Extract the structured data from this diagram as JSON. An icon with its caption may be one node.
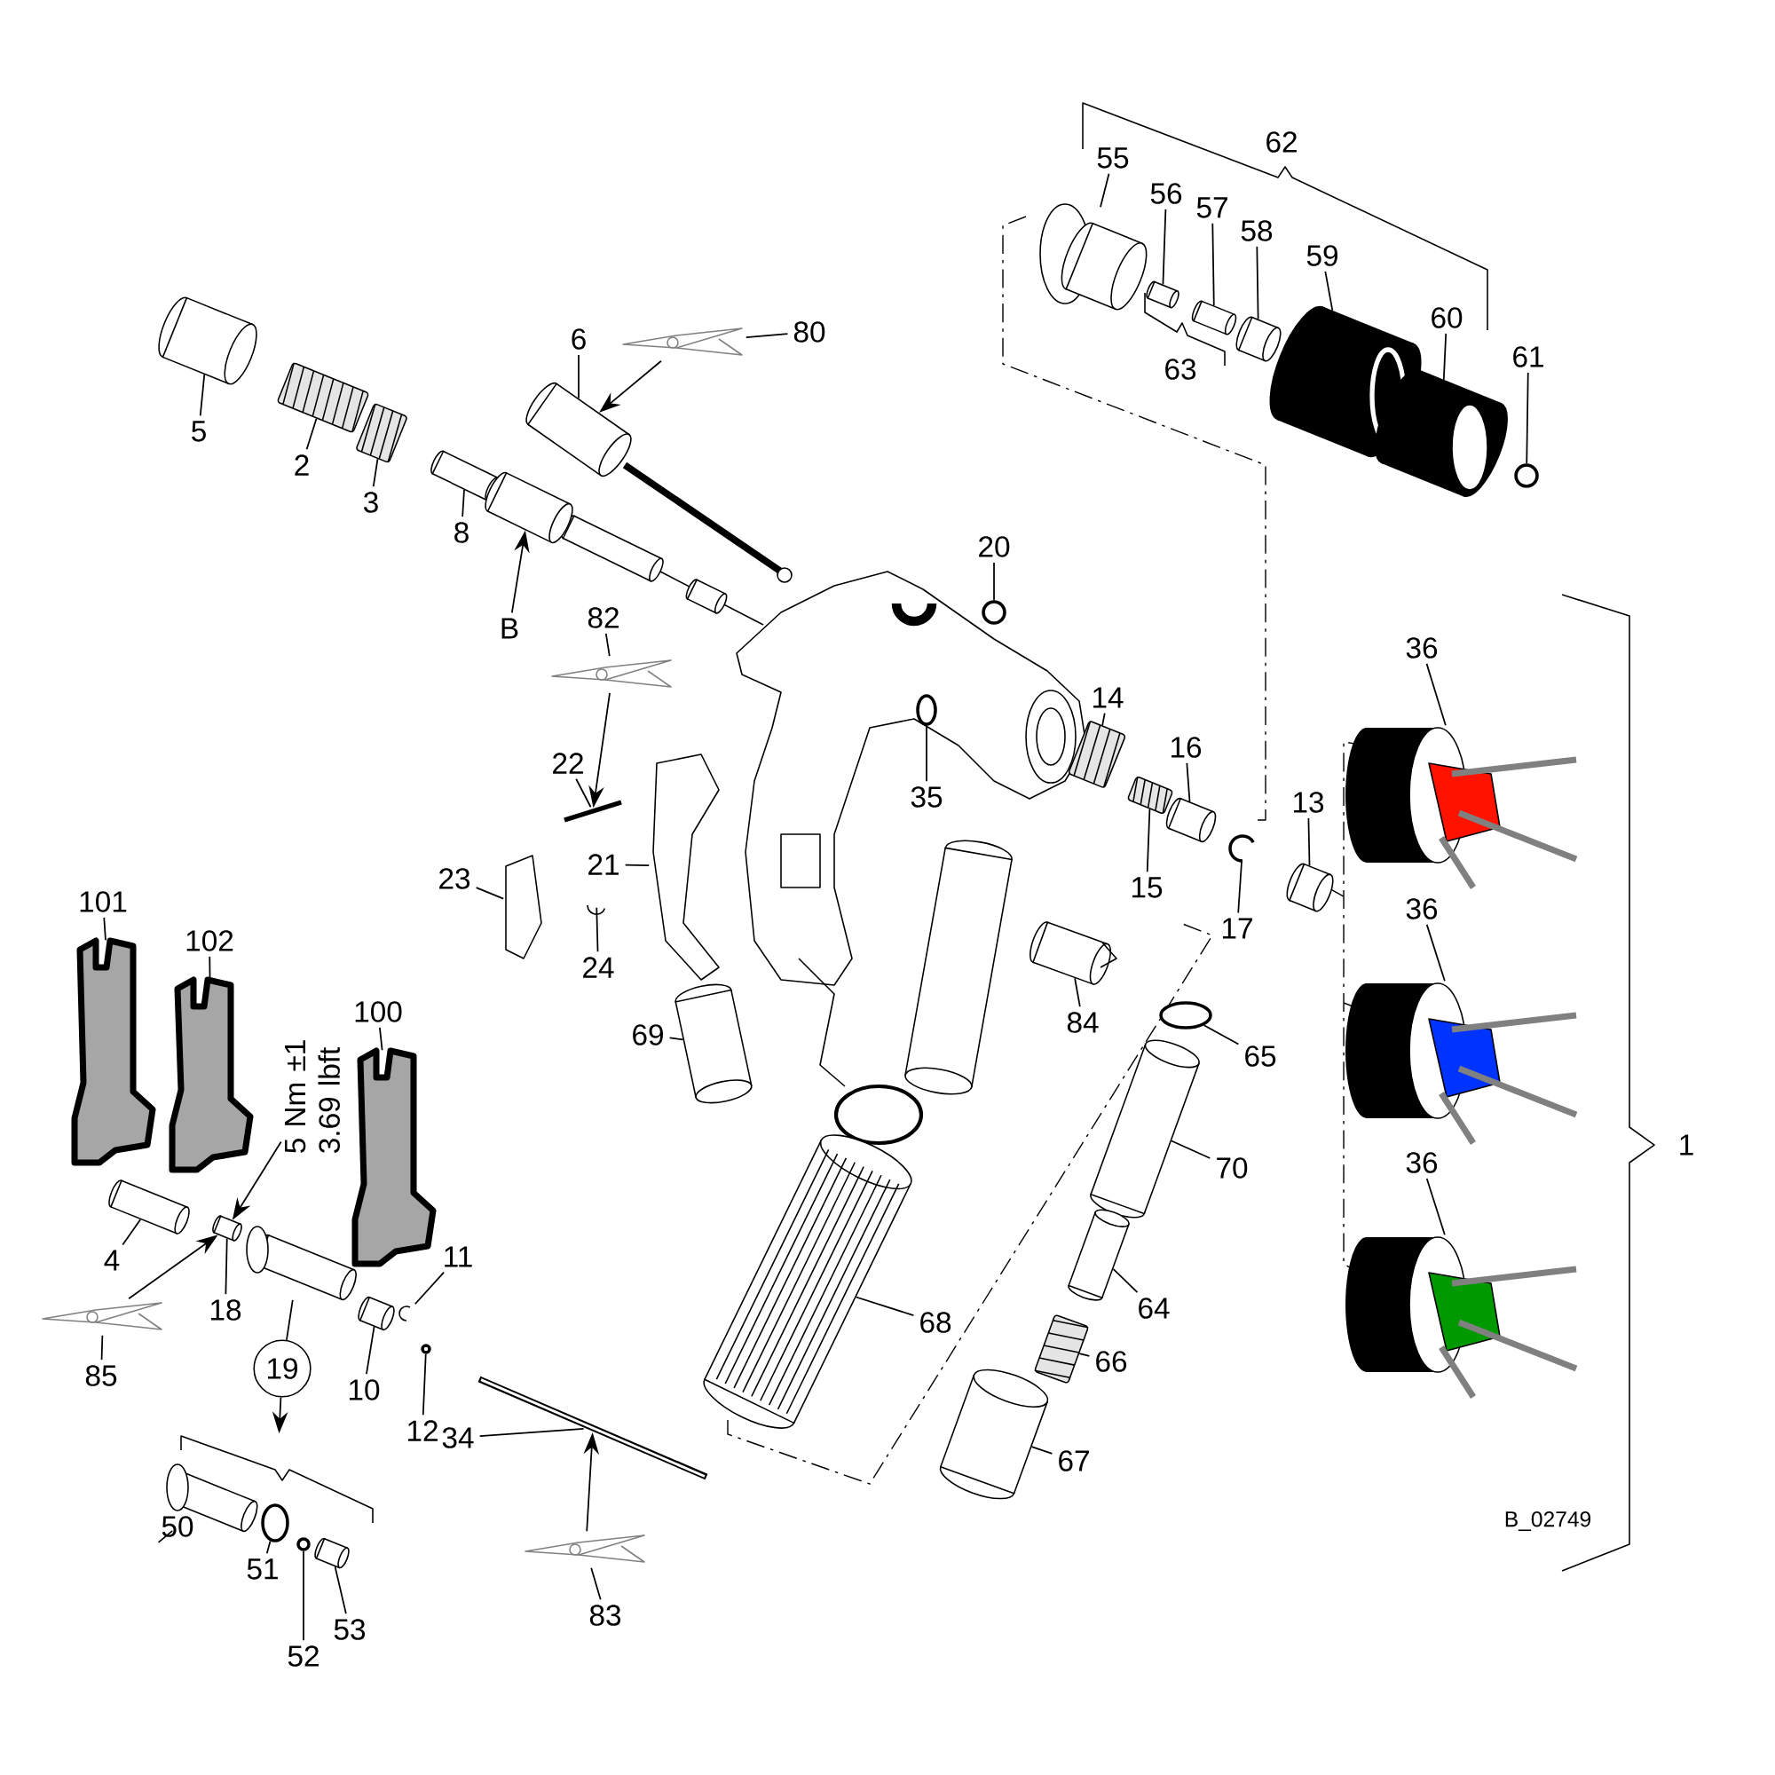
{
  "diagram": {
    "nodes": [
      {
        "text": [
          "5"
        ]
      },
      {
        "text": [
          "2"
        ]
      },
      {
        "text": [
          "3"
        ]
      },
      {
        "text": [
          "8"
        ]
      },
      {
        "text": [
          "B"
        ]
      },
      {
        "text": [
          "6"
        ]
      },
      {
        "text": [
          "80"
        ]
      },
      {
        "text": [],
        "shape": "picture"
      },
      {
        "text": [
          "82"
        ]
      },
      {
        "text": [],
        "shape": "picture"
      },
      {
        "text": [
          "22"
        ]
      },
      {
        "text": [
          "21"
        ]
      },
      {
        "text": [
          "23"
        ]
      },
      {
        "text": [
          "24"
        ]
      },
      {
        "text": [
          "20"
        ]
      },
      {
        "text": [
          "35"
        ]
      },
      {
        "text": [
          "14"
        ]
      },
      {
        "text": [
          "16"
        ]
      },
      {
        "text": [
          "15"
        ]
      },
      {
        "text": [
          "17"
        ]
      },
      {
        "text": [
          "13"
        ]
      },
      {
        "text": [
          "55"
        ]
      },
      {
        "text": [
          "56"
        ]
      },
      {
        "text": [
          "57"
        ]
      },
      {
        "text": [
          "58"
        ]
      },
      {
        "text": [
          "59"
        ]
      },
      {
        "text": [
          "60"
        ]
      },
      {
        "text": [
          "61"
        ]
      },
      {
        "text": [
          "36"
        ]
      },
      {
        "text": [
          "36"
        ]
      },
      {
        "text": [
          "36"
        ]
      },
      {
        "text": [
          "84"
        ]
      },
      {
        "text": [
          "69"
        ]
      },
      {
        "text": [
          "65"
        ]
      },
      {
        "text": [
          "70"
        ]
      },
      {
        "text": [
          "68"
        ]
      },
      {
        "text": [
          "64"
        ]
      },
      {
        "text": [
          "66"
        ]
      },
      {
        "text": [
          "67"
        ]
      },
      {
        "text": [
          "101"
        ]
      },
      {
        "text": [
          "102"
        ]
      },
      {
        "text": [
          "100"
        ]
      },
      {
        "text": [
          "5 Nm ±1 3.69 lbft"
        ]
      },
      {
        "text": [
          "4"
        ]
      },
      {
        "text": [
          "18"
        ]
      },
      {
        "text": [
          "85"
        ]
      },
      {
        "text": [],
        "shape": "picture"
      },
      {
        "text": [
          "19"
        ]
      },
      {
        "text": [
          "11"
        ]
      },
      {
        "text": [
          "10"
        ]
      },
      {
        "text": [
          "12"
        ]
      },
      {
        "text": [
          "34"
        ]
      },
      {
        "text": [
          "50"
        ]
      },
      {
        "text": [
          "51"
        ]
      },
      {
        "text": [
          "52"
        ]
      },
      {
        "text": [
          "53"
        ]
      },
      {
        "text": [
          "83"
        ]
      },
      {
        "text": [],
        "shape": "picture"
      },
      {
        "text": [],
        "shape": "picture"
      },
      {
        "text": [],
        "shape": "picture"
      },
      {
        "text": [],
        "shape": "picture"
      },
      {
        "text": [],
        "shape": "picture"
      },
      {
        "text": [],
        "shape": "picture"
      },
      {
        "text": [],
        "shape": "picture"
      },
      {
        "text": [],
        "shape": "picture"
      },
      {
        "text": [],
        "shape": "picture"
      },
      {
        "text": [],
        "shape": "picture"
      },
      {
        "text": [],
        "shape": "picture"
      },
      {
        "text": [],
        "shape": "circle"
      },
      {
        "text": [],
        "shape": "circle"
      },
      {
        "text": [],
        "shape": "picture"
      },
      {
        "text": [],
        "shape": "picture"
      },
      {
        "text": [],
        "shape": "picture"
      },
      {
        "text": [],
        "shape": "picture"
      },
      {
        "text": [],
        "shape": "picture"
      },
      {
        "text": [],
        "shape": "picture"
      },
      {
        "text": [],
        "shape": "picture"
      },
      {
        "text": [],
        "shape": "picture"
      },
      {
        "text": [],
        "shape": "picture"
      },
      {
        "text": [],
        "shape": "picture"
      },
      {
        "text": [],
        "shape": "picture"
      },
      {
        "text": [],
        "shape": "circle"
      },
      {
        "text": [],
        "shape": "picture"
      },
      {
        "text": [],
        "shape": "picture"
      },
      {
        "text": [],
        "shape": "picture"
      },
      {
        "text": [],
        "shape": "picture"
      },
      {
        "text": [],
        "shape": "picture"
      },
      {
        "text": [],
        "shape": "circle"
      },
      {
        "text": [],
        "shape": "picture"
      },
      {
        "text": [],
        "shape": "picture"
      },
      {
        "text": [],
        "shape": "picture"
      },
      {
        "text": [],
        "shape": "picture"
      },
      {
        "text": [],
        "shape": "picture"
      },
      {
        "text": [],
        "shape": "picture"
      },
      {
        "text": [],
        "shape": "picture"
      },
      {
        "text": [],
        "shape": "picture"
      },
      {
        "text": [],
        "shape": "picture"
      },
      {
        "text": [],
        "shape": "picture"
      },
      {
        "text": [],
        "shape": "picture"
      },
      {
        "text": [],
        "shape": "picture"
      },
      {
        "text": [],
        "shape": "picture"
      },
      {
        "text": [],
        "shape": "circle"
      },
      {
        "text": [],
        "shape": "picture"
      },
      {
        "text": [],
        "shape": "picture"
      },
      {
        "text": [],
        "shape": "circle"
      },
      {
        "text": [],
        "shape": "circle"
      },
      {
        "text": [],
        "shape": "picture"
      },
      {
        "text": [],
        "shape": "bracket"
      }
    ],
    "edges": [
      {
        "from": 0,
        "to": 58,
        "arrow": "none"
      },
      {
        "from": 1,
        "to": 59,
        "arrow": "none"
      },
      {
        "from": 2,
        "to": 60,
        "arrow": "none"
      },
      {
        "from": 3,
        "to": 61,
        "arrow": "none"
      },
      {
        "from": 4,
        "to": 62,
        "arrow": "to"
      },
      {
        "from": 5,
        "to": 63,
        "arrow": "none"
      },
      {
        "from": 6,
        "to": 7,
        "arrow": "none"
      },
      {
        "from": 7,
        "to": 63,
        "arrow": "to"
      },
      {
        "from": 8,
        "to": 9,
        "arrow": "none"
      },
      {
        "from": 9,
        "to": 64,
        "arrow": "to"
      },
      {
        "from": 10,
        "to": 64,
        "arrow": "none"
      },
      {
        "from": 11,
        "to": 65,
        "arrow": "none"
      },
      {
        "from": 12,
        "to": 66,
        "arrow": "none"
      },
      {
        "from": 13,
        "to": 67,
        "arrow": "none"
      },
      {
        "from": 14,
        "to": 68,
        "arrow": "none"
      },
      {
        "from": 15,
        "to": 69,
        "arrow": "none"
      },
      {
        "from": 16,
        "to": 70,
        "arrow": "none"
      },
      {
        "from": 17,
        "to": 72,
        "arrow": "none"
      },
      {
        "from": 18,
        "to": 71,
        "arrow": "none"
      },
      {
        "from": 19,
        "to": 73,
        "arrow": "none"
      },
      {
        "from": 20,
        "to": 74,
        "arrow": "none"
      },
      {
        "from": 21,
        "to": 75,
        "arrow": "none"
      },
      {
        "from": 22,
        "to": 76,
        "arrow": "none"
      },
      {
        "from": 23,
        "to": 77,
        "arrow": "none"
      },
      {
        "from": 24,
        "to": 78,
        "arrow": "none"
      },
      {
        "from": 25,
        "to": 79,
        "arrow": "none"
      },
      {
        "from": 26,
        "to": 80,
        "arrow": "none"
      },
      {
        "from": 27,
        "to": 81,
        "arrow": "none"
      },
      {
        "from": 28,
        "to": 82,
        "arrow": "none"
      },
      {
        "from": 29,
        "to": 83,
        "arrow": "none"
      },
      {
        "from": 30,
        "to": 84,
        "arrow": "none"
      },
      {
        "from": 31,
        "to": 85,
        "arrow": "none"
      },
      {
        "from": 32,
        "to": 86,
        "arrow": "none"
      },
      {
        "from": 33,
        "to": 87,
        "arrow": "none"
      },
      {
        "from": 34,
        "to": 88,
        "arrow": "none"
      },
      {
        "from": 35,
        "to": 90,
        "arrow": "none"
      },
      {
        "from": 36,
        "to": 89,
        "arrow": "none"
      },
      {
        "from": 37,
        "to": 91,
        "arrow": "none"
      },
      {
        "from": 38,
        "to": 92,
        "arrow": "none"
      },
      {
        "from": 39,
        "to": 93,
        "arrow": "none"
      },
      {
        "from": 40,
        "to": 94,
        "arrow": "none"
      },
      {
        "from": 41,
        "to": 95,
        "arrow": "none"
      },
      {
        "from": 42,
        "to": 96,
        "arrow": "to"
      },
      {
        "from": 43,
        "to": 97,
        "arrow": "none"
      },
      {
        "from": 44,
        "to": 96,
        "arrow": "none"
      },
      {
        "from": 45,
        "to": 46,
        "arrow": "none"
      },
      {
        "from": 46,
        "to": 96,
        "arrow": "to"
      },
      {
        "from": 47,
        "to": 98,
        "arrow": "none"
      },
      {
        "from": 47,
        "to": 107,
        "arrow": "to"
      },
      {
        "from": 48,
        "to": 100,
        "arrow": "none"
      },
      {
        "from": 49,
        "to": 99,
        "arrow": "none"
      },
      {
        "from": 50,
        "to": 101,
        "arrow": "none"
      },
      {
        "from": 51,
        "to": 102,
        "arrow": "none"
      },
      {
        "from": 52,
        "to": 103,
        "arrow": "none"
      },
      {
        "from": 53,
        "to": 104,
        "arrow": "none"
      },
      {
        "from": 54,
        "to": 105,
        "arrow": "none"
      },
      {
        "from": 55,
        "to": 106,
        "arrow": "none"
      },
      {
        "from": 56,
        "to": 57,
        "arrow": "none"
      },
      {
        "from": 57,
        "to": 102,
        "arrow": "to"
      }
    ],
    "labels": [
      "62",
      "63",
      "1",
      "B_02749"
    ]
  }
}
